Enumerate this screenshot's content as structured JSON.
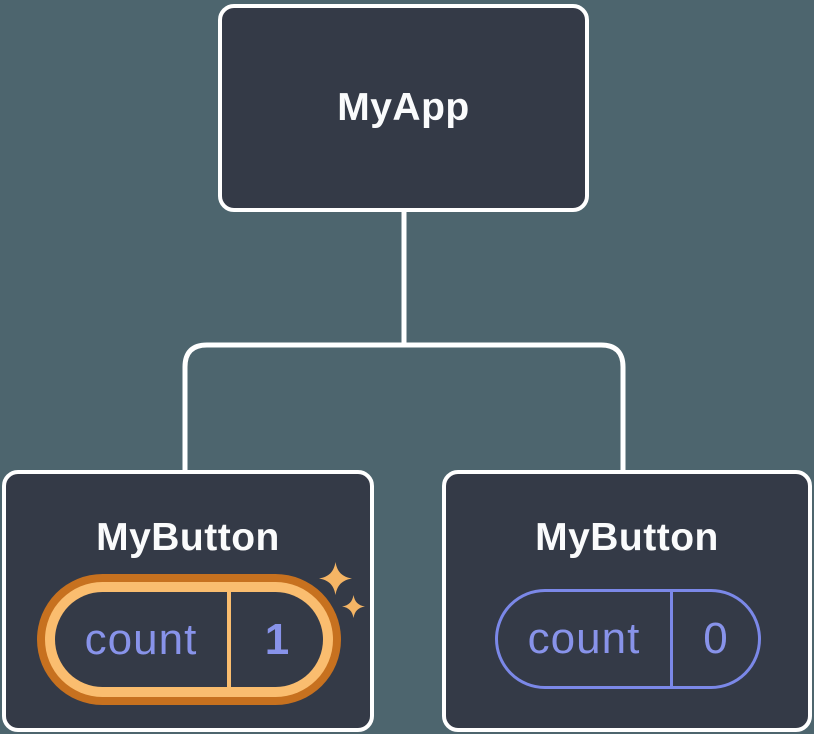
{
  "diagram": {
    "description": "React component tree showing state ownership",
    "root": {
      "label": "MyApp"
    },
    "children": [
      {
        "label": "MyButton",
        "state": {
          "name": "count",
          "value": "1",
          "highlighted": true
        }
      },
      {
        "label": "MyButton",
        "state": {
          "name": "count",
          "value": "0",
          "highlighted": false
        }
      }
    ],
    "colors": {
      "background": "#4D656E",
      "node_fill": "#343A47",
      "node_border": "#FFFFFF",
      "connector": "#FFFFFF",
      "title_text": "#FAFBFC",
      "state_text": "#8893EA",
      "pill_stroke": "#7B88E8",
      "highlight_outer_orange": "#C7711F",
      "highlight_inner_orange": "#FABD6F",
      "sparkle_orange": "#F5B565"
    }
  }
}
